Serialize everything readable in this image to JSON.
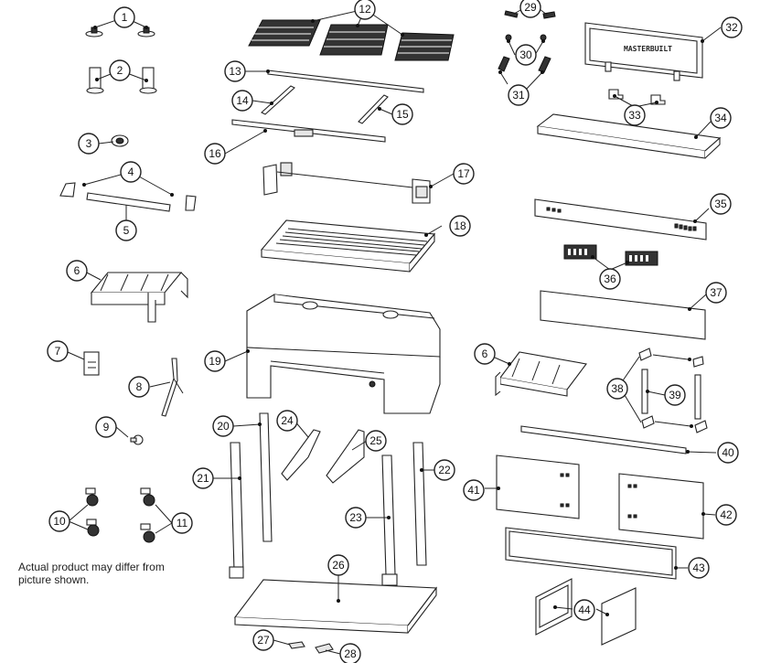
{
  "disclaimer": "Actual product may differ from picture shown.",
  "brand_text": "MASTERBUILT",
  "callouts": [
    "1",
    "2",
    "3",
    "4",
    "5",
    "6",
    "7",
    "8",
    "9",
    "10",
    "11",
    "12",
    "13",
    "14",
    "15",
    "16",
    "17",
    "18",
    "19",
    "20",
    "21",
    "22",
    "23",
    "24",
    "25",
    "26",
    "27",
    "28",
    "29",
    "30",
    "31",
    "32",
    "33",
    "34",
    "35",
    "36",
    "37",
    "38",
    "39",
    "40",
    "41",
    "42",
    "43",
    "44",
    "6"
  ]
}
